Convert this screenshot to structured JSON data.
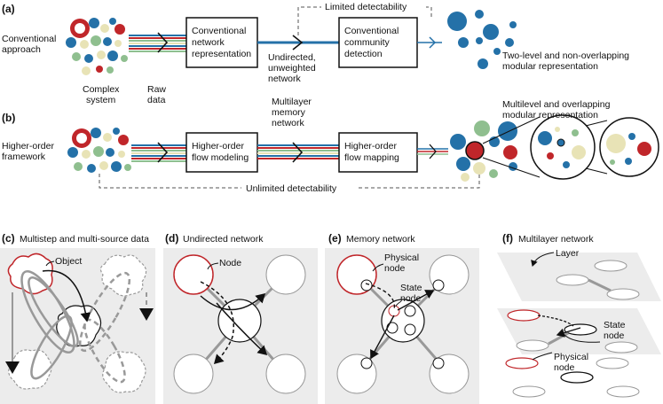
{
  "panel_a": {
    "label": "(a)",
    "approach_line1": "Conventional",
    "approach_line2": "approach",
    "complex_line1": "Complex",
    "complex_line2": "system",
    "raw_data": "Raw",
    "raw_data_2": "data",
    "box1_line1": "Conventional",
    "box1_line2": "network",
    "box1_line3": "representation",
    "network_line1": "Undirected,",
    "network_line2": "unweighted",
    "network_line3": "network",
    "box2_line1": "Conventional",
    "box2_line2": "community",
    "box2_line3": "detection",
    "limited": "Limited detectability",
    "result_line1": "Two-level and non-overlapping",
    "result_line2": "modular representation"
  },
  "panel_b": {
    "label": "(b)",
    "framework_line1": "Higher-order",
    "framework_line2": "framework",
    "memory_line1": "Multilayer",
    "memory_line2": "memory",
    "memory_line3": "network",
    "box1_line1": "Higher-order",
    "box1_line2": "flow modeling",
    "box2_line1": "Higher-order",
    "box2_line2": "flow mapping",
    "unlimited": "Unlimited detectability",
    "result_line1": "Multilevel and overlapping",
    "result_line2": "modular representation"
  },
  "panel_c": {
    "label": "(c)",
    "title": "Multistep and multi-source data",
    "object": "Object"
  },
  "panel_d": {
    "label": "(d)",
    "title": "Undirected network",
    "node": "Node"
  },
  "panel_e": {
    "label": "(e)",
    "title": "Memory network",
    "physical_line1": "Physical",
    "physical_line2": "node",
    "state_line1": "State",
    "state_line2": "node"
  },
  "panel_f": {
    "label": "(f)",
    "title": "Multilayer network",
    "layer": "Layer",
    "state_line1": "State",
    "state_line2": "node",
    "physical_line1": "Physical",
    "physical_line2": "node"
  },
  "colors": {
    "blue": "#2471a8",
    "red": "#c0262a",
    "cream": "#e8e3b6",
    "green": "#8fbf8f",
    "panel_bg": "#ececec"
  }
}
